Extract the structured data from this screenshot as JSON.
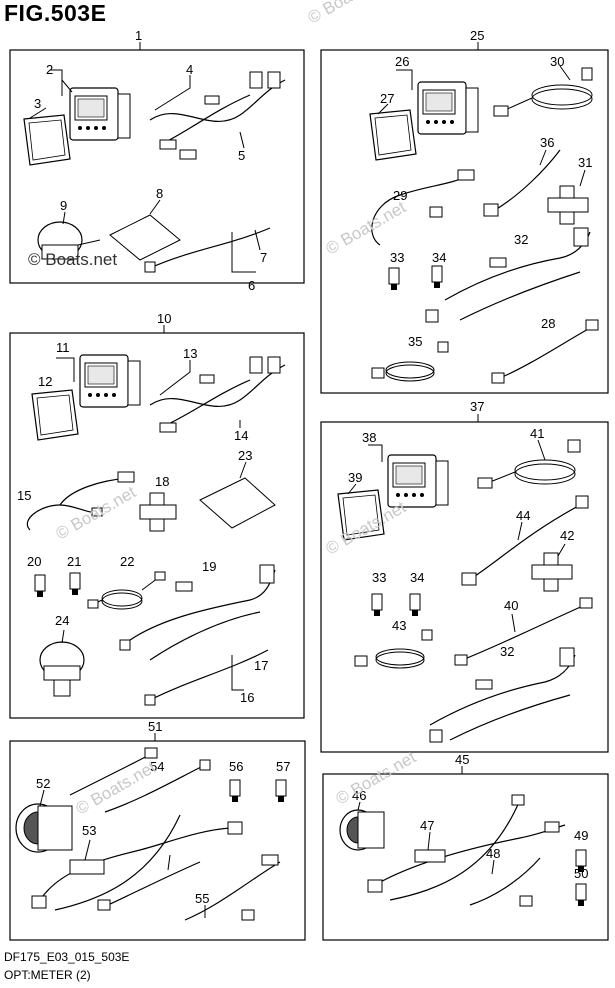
{
  "figure": {
    "title": "FIG.503E"
  },
  "footer": {
    "code": "DF175_E03_015_503E",
    "caption": "OPT:METER (2)"
  },
  "watermark": {
    "text": "© Boats.net"
  },
  "callouts": {
    "n1": "1",
    "n2": "2",
    "n3": "3",
    "n4": "4",
    "n5": "5",
    "n6": "6",
    "n7": "7",
    "n8": "8",
    "n9": "9",
    "n10": "10",
    "n11": "11",
    "n12": "12",
    "n13": "13",
    "n14": "14",
    "n15": "15",
    "n16": "16",
    "n17": "17",
    "n18": "18",
    "n19": "19",
    "n20": "20",
    "n21": "21",
    "n22": "22",
    "n23": "23",
    "n24": "24",
    "n25": "25",
    "n26": "26",
    "n27": "27",
    "n28": "28",
    "n29": "29",
    "n30": "30",
    "n31": "31",
    "n32": "32",
    "n33": "33",
    "n34": "34",
    "n35": "35",
    "n36": "36",
    "n37": "37",
    "n38": "38",
    "n39": "39",
    "n40": "40",
    "n41": "41",
    "n42": "42",
    "n43": "43",
    "n44": "44",
    "n45": "45",
    "n46": "46",
    "n47": "47",
    "n48": "48",
    "n49": "49",
    "n50": "50",
    "n51": "51",
    "n52": "52",
    "n53": "53",
    "n54": "54",
    "n55": "55",
    "n56": "56",
    "n57": "57"
  }
}
